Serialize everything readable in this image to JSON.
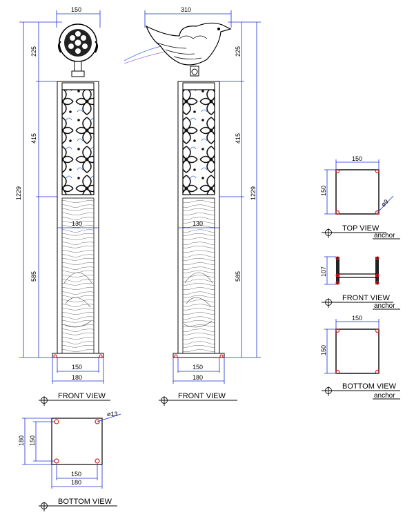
{
  "views": {
    "front_view_title": "FRONT VIEW",
    "side_view_title": "FRONT VIEW",
    "bottom_view_title": "BOTTOM VIEW",
    "anchor_top_title": "TOP VIEW",
    "anchor_front_title": "FRONT VIEW",
    "anchor_bottom_title": "BOTTOM VIEW",
    "anchor_sub": "anchor"
  },
  "front": {
    "head_width": "150",
    "head_height": "225",
    "panel_height": "415",
    "total_height": "1229",
    "base_height": "585",
    "post_width": "130",
    "base_plate_inner": "150",
    "base_plate_outer": "180"
  },
  "side": {
    "head_width": "310",
    "head_height": "225",
    "panel_height": "415",
    "total_height": "1229",
    "base_height": "585",
    "post_width": "130",
    "base_plate_inner": "150",
    "base_plate_outer": "180"
  },
  "bottom": {
    "bolt_dia": "ø13",
    "side_outer": "180",
    "side_inner": "150",
    "width_inner": "150",
    "width_outer": "180"
  },
  "anchor_top": {
    "width": "150",
    "height": "150",
    "bolt": "ø9"
  },
  "anchor_front": {
    "height": "107"
  },
  "anchor_bottom": {
    "width": "150",
    "height": "150"
  }
}
